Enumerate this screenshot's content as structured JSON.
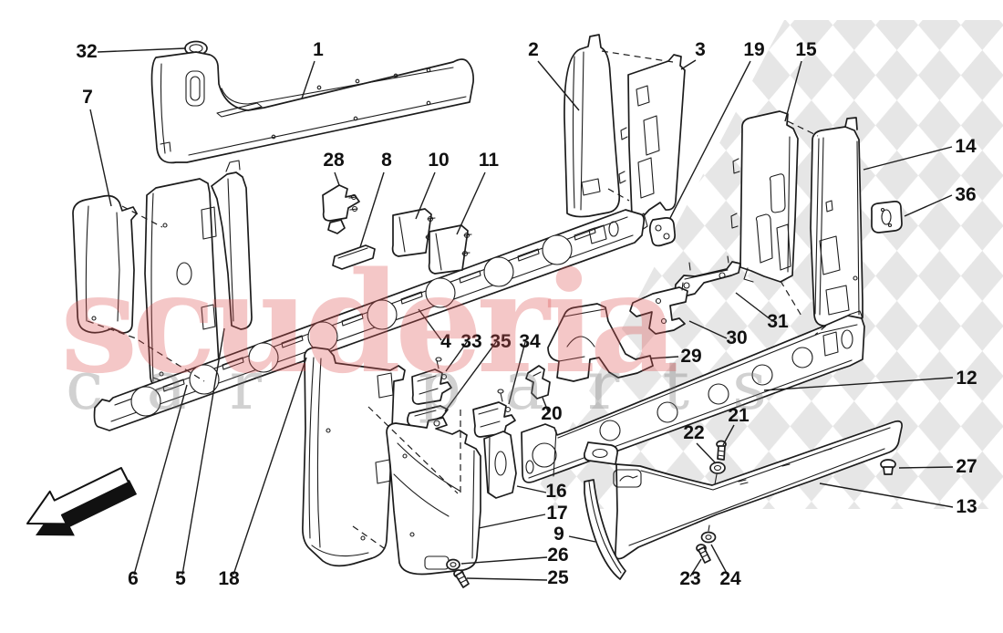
{
  "diagram": {
    "type": "exploded-parts-diagram",
    "subject": "central body side structures and components",
    "watermark_line1": "scuderia",
    "watermark_line2": "car parts",
    "colors": {
      "line": "#1c1c1c",
      "watermark_pink": "#dd5454",
      "watermark_gray": "#787878",
      "checker_gray": "#e6e6e6",
      "background": "#ffffff"
    },
    "callouts": [
      {
        "num": "32"
      },
      {
        "num": "1"
      },
      {
        "num": "2"
      },
      {
        "num": "3"
      },
      {
        "num": "19"
      },
      {
        "num": "15"
      },
      {
        "num": "7"
      },
      {
        "num": "14"
      },
      {
        "num": "36"
      },
      {
        "num": "28"
      },
      {
        "num": "8"
      },
      {
        "num": "10"
      },
      {
        "num": "11"
      },
      {
        "num": "31"
      },
      {
        "num": "30"
      },
      {
        "num": "29"
      },
      {
        "num": "4"
      },
      {
        "num": "33"
      },
      {
        "num": "35"
      },
      {
        "num": "34"
      },
      {
        "num": "12"
      },
      {
        "num": "20"
      },
      {
        "num": "21"
      },
      {
        "num": "22"
      },
      {
        "num": "27"
      },
      {
        "num": "16"
      },
      {
        "num": "13"
      },
      {
        "num": "17"
      },
      {
        "num": "9"
      },
      {
        "num": "26"
      },
      {
        "num": "25"
      },
      {
        "num": "6"
      },
      {
        "num": "5"
      },
      {
        "num": "18"
      },
      {
        "num": "23"
      },
      {
        "num": "24"
      }
    ]
  }
}
